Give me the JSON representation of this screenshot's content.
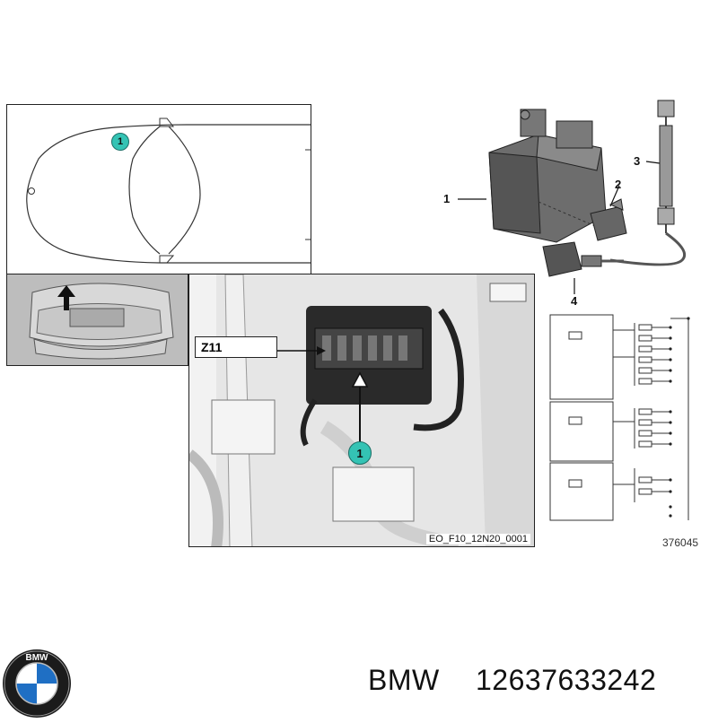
{
  "diagram": {
    "callouts": [
      "1",
      "1"
    ],
    "part_labels": [
      "1",
      "2",
      "3",
      "4"
    ],
    "component_label": "Z11",
    "photo_caption": "EO_F10_12N20_0001",
    "drawing_number": "376045"
  },
  "footer": {
    "brand": "BMW",
    "part_number": "12637633242",
    "logo_text": "BMW"
  }
}
